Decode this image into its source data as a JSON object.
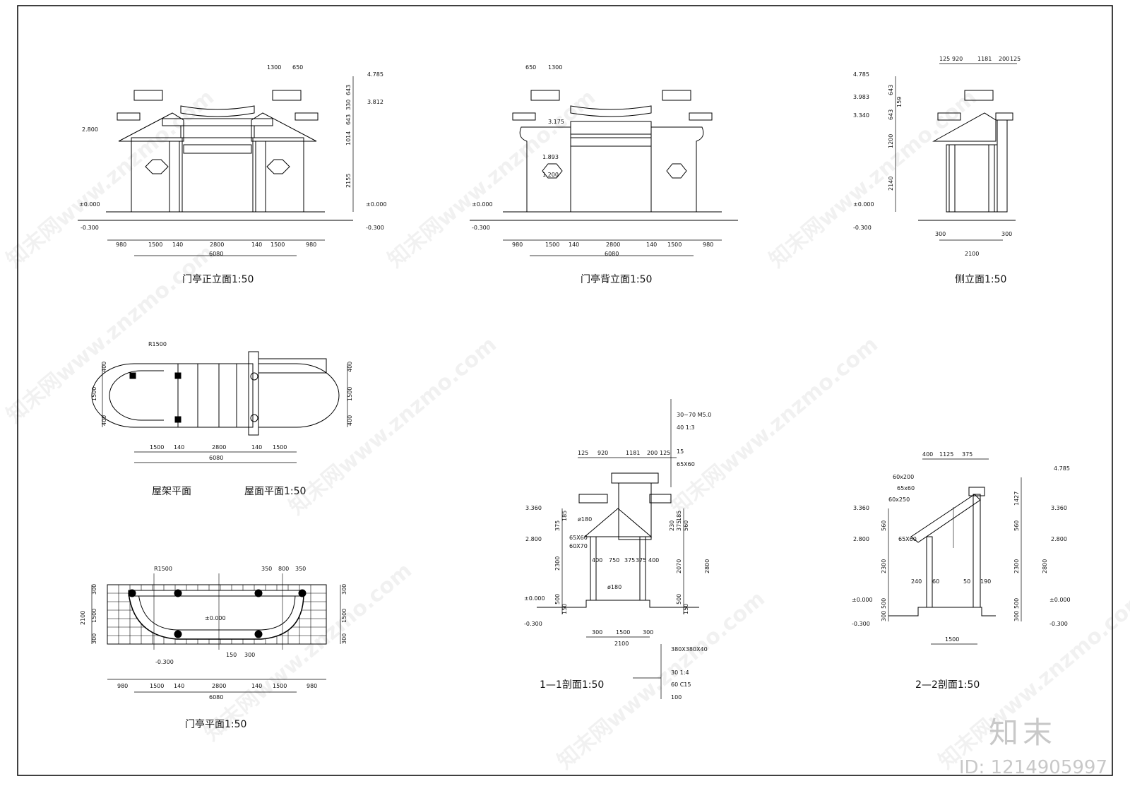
{
  "titles": {
    "front_elevation": "门亭正立面1:50",
    "back_elevation": "门亭背立面1:50",
    "side_elevation": "侧立面1:50",
    "roof_frame_plan": "屋架平面",
    "roof_plan": "屋面平面1:50",
    "pavilion_plan": "门亭平面1:50",
    "section_1": "1—1剖面1:50",
    "section_2": "2—2剖面1:50"
  },
  "front": {
    "bottom_dims": [
      "980",
      "1500",
      "140",
      "2800",
      "140",
      "1500",
      "980"
    ],
    "total": "6080",
    "top_dims": [
      "1300",
      "650"
    ],
    "right_dims": [
      "643",
      "330",
      "643",
      "1014",
      "2155"
    ],
    "levels": [
      "4.785",
      "3.812",
      "2.800",
      "±0.000",
      "±0.000",
      "-0.300",
      "-0.300"
    ]
  },
  "back": {
    "bottom_dims": [
      "980",
      "1500",
      "140",
      "2800",
      "140",
      "1500",
      "980"
    ],
    "total": "6080",
    "top_dims": [
      "650",
      "1300"
    ],
    "levels": [
      "3.175",
      "1.893",
      "1.200",
      "±0.000",
      "-0.300"
    ]
  },
  "side": {
    "top_dims": [
      "125",
      "920",
      "1181",
      "200",
      "125"
    ],
    "left_dims": [
      "643",
      "159",
      "643",
      "1200",
      "2140"
    ],
    "levels": [
      "4.785",
      "3.983",
      "3.340",
      "±0.000",
      "-0.300"
    ],
    "bottom_dims": [
      "300",
      "300"
    ],
    "total": "2100"
  },
  "roofplan": {
    "radius": "R1500",
    "bottom_dims": [
      "1500",
      "140",
      "2800",
      "140",
      "1500"
    ],
    "total": "6080",
    "left_dims": [
      "400",
      "1500",
      "400"
    ],
    "right_dims": [
      "400",
      "1500",
      "400"
    ]
  },
  "pavplan": {
    "radius": "R1500",
    "top_dims": [
      "350",
      "800",
      "350"
    ],
    "bottom_dims": [
      "980",
      "1500",
      "140",
      "2800",
      "140",
      "1500",
      "980"
    ],
    "total": "6080",
    "left_dims": [
      "300",
      "1500",
      "300"
    ],
    "right_dims": [
      "300",
      "1500",
      "300"
    ],
    "levels": [
      "±0.000",
      "-0.300"
    ],
    "inner_dims": [
      "150",
      "300"
    ],
    "left_total": "2100"
  },
  "sec1": {
    "layers": [
      "30~70  M5.0",
      "40  1:3",
      "15",
      "65X60"
    ],
    "top_dims": [
      "125",
      "920",
      "1181",
      "200",
      "125"
    ],
    "members": [
      "ø180",
      "65X60",
      "60X70",
      "ø180"
    ],
    "mid_dims": [
      "400",
      "750",
      "375",
      "375",
      "400"
    ],
    "left_dims": [
      "185",
      "375",
      "2300",
      "500",
      "150"
    ],
    "right_dims": [
      "185",
      "230",
      "375",
      "560",
      "2070",
      "2800",
      "500",
      "150"
    ],
    "levels": [
      "3.360",
      "2.800",
      "±0.000",
      "-0.300"
    ],
    "bottom_dims": [
      "300",
      "1500",
      "300"
    ],
    "total": "2100",
    "found_layers": [
      "380X380X40",
      "30  1:4",
      "60  C15",
      "100"
    ]
  },
  "sec2": {
    "top_dims": [
      "400",
      "1125",
      "375"
    ],
    "members": [
      "60x200",
      "65x60",
      "60x250",
      "65X60"
    ],
    "left_dims": [
      "560",
      "2300",
      "500",
      "300"
    ],
    "right_dims": [
      "1427",
      "560",
      "2300",
      "2800",
      "500",
      "300"
    ],
    "inner_dims": [
      "240",
      "60",
      "50",
      "190"
    ],
    "levels": [
      "3.360",
      "2.800",
      "±0.000",
      "-0.300",
      "4.785",
      "3.360",
      "2.800",
      "±0.000",
      "-0.300"
    ],
    "bottom": "1500"
  },
  "watermark": "知末网www.znzmo.com",
  "brand": "知末",
  "image_id": "ID: 1214905997"
}
